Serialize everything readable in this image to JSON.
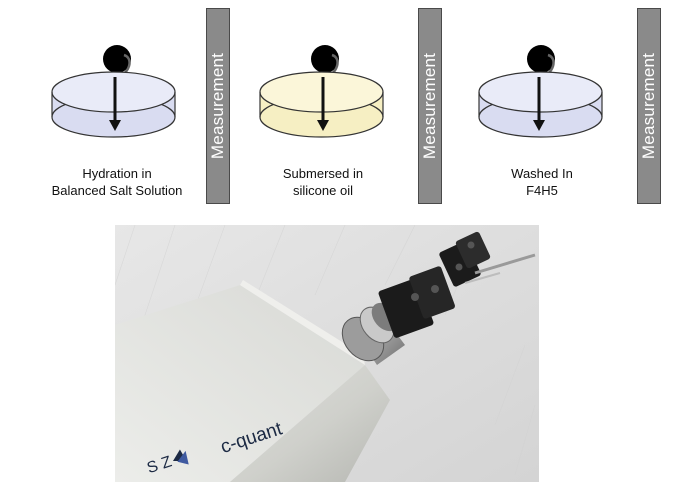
{
  "colors": {
    "stage1_fill": "#d9dcf1",
    "stage2_fill": "#f6efc3",
    "stage3_fill": "#d9dcf1",
    "measurement_box": "#8a8a8a"
  },
  "stages": [
    {
      "line1": "Hydration in",
      "line2": "Balanced Salt Solution"
    },
    {
      "line1": "Submersed in",
      "line2": "silicone oil"
    },
    {
      "line1": "Washed In",
      "line2": "F4H5"
    }
  ],
  "measurement_label": "Measurement",
  "photo": {
    "brand": "c-quant",
    "logo_letters": "S  Z"
  }
}
